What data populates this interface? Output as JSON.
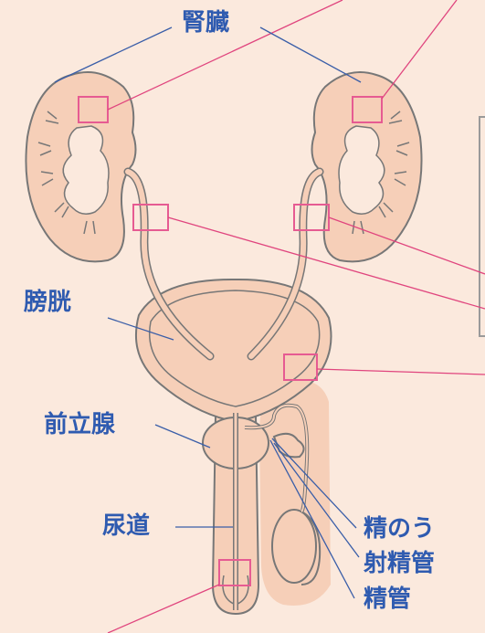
{
  "labels": {
    "kidney": "腎臓",
    "bladder": "膀胱",
    "prostate": "前立腺",
    "urethra": "尿道",
    "seminal_vesicle": "精のう",
    "ejaculatory_duct": "射精管",
    "vas_deferens": "精管"
  },
  "colors": {
    "background": "#fbe9dd",
    "organ_fill": "#f6cfb8",
    "outline": "#777777",
    "label_text": "#2f5bb0",
    "leader_line_blue": "#3a5ea8",
    "leader_line_pink": "#e0457e",
    "marker_box": "#e65b92",
    "panel_border": "#9a9a9a"
  }
}
